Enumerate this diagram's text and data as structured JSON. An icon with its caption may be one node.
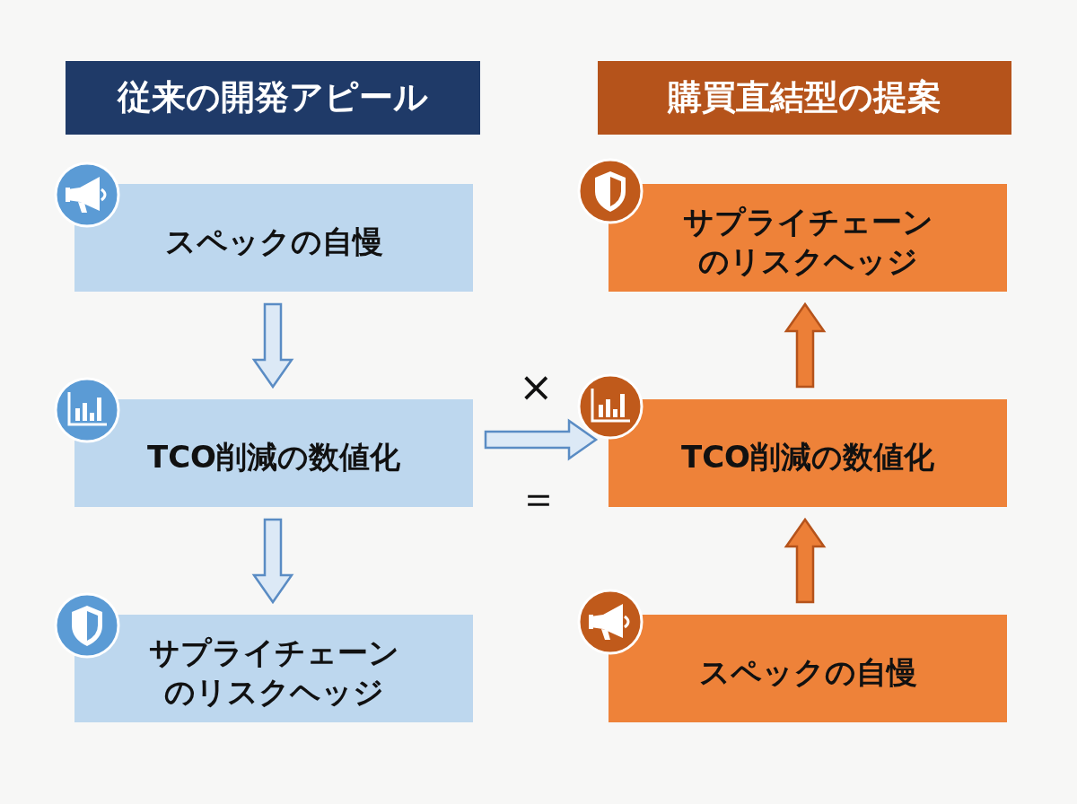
{
  "diagram": {
    "nodes": [
      {
        "text": [
          "従来の開発アピール"
        ]
      },
      {
        "text": [
          "購買直結型の提案"
        ]
      },
      {
        "text": [
          "スペックの自慢"
        ]
      },
      {
        "text": [
          "サプライチェーンのリスクヘッジ"
        ]
      },
      {
        "text": [
          "TCO削減の数値化"
        ]
      },
      {
        "text": [
          "TCO削減の数値化"
        ]
      },
      {
        "text": [
          "サプライチェーンのリスクヘッジ"
        ]
      },
      {
        "text": [
          "スペックの自慢"
        ]
      }
    ],
    "edges": [
      {
        "from": 2,
        "to": 4,
        "arrow": "to"
      },
      {
        "from": 4,
        "to": 6,
        "arrow": "to"
      },
      {
        "from": 4,
        "to": 5,
        "arrow": "to"
      },
      {
        "from": 7,
        "to": 5,
        "arrow": "to",
        "color": "#ec7f37"
      },
      {
        "from": 5,
        "to": 3,
        "arrow": "to",
        "color": "#ec7f37"
      }
    ],
    "labels": [
      "×",
      "＝"
    ]
  }
}
